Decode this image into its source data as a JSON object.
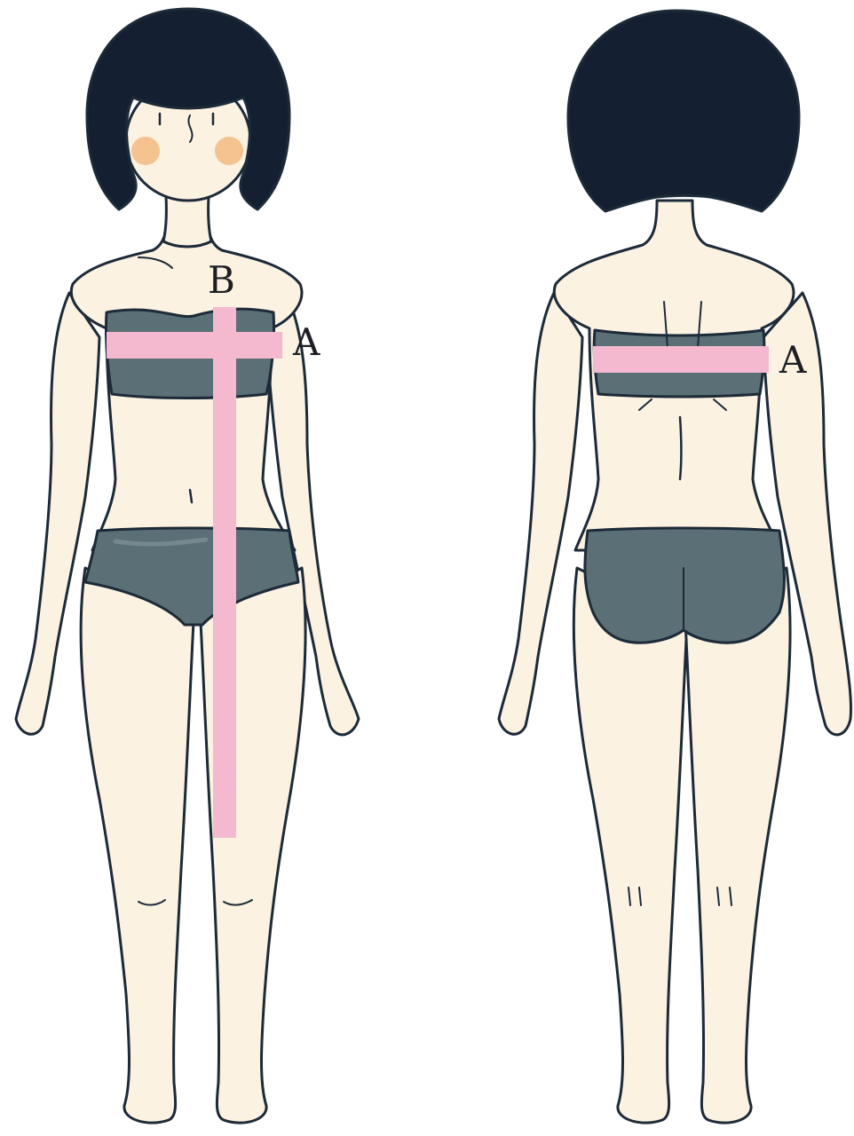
{
  "figures": {
    "front": {
      "view": "front",
      "labels": {
        "bust": "A",
        "length": "B"
      }
    },
    "back": {
      "view": "back",
      "labels": {
        "bust": "A"
      }
    }
  },
  "colors": {
    "background": "#ffffff",
    "skin": "#fbf2e2",
    "skin_shade": "#efd9b4",
    "outline": "#1d2a38",
    "hair": "#142031",
    "underwear": "#5b6f76",
    "underwear_light": "#7f9399",
    "blush": "#f4c38f",
    "measure_band": "#f4b8cf",
    "label_text": "#1d1f24"
  }
}
